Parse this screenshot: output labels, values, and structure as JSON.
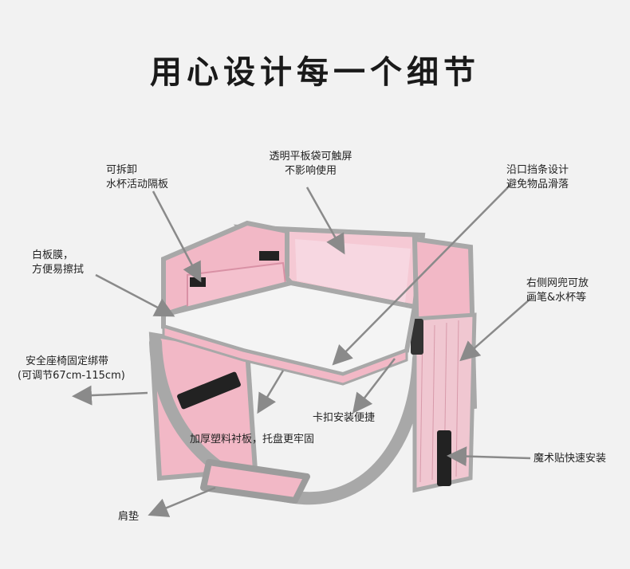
{
  "title": "用心设计每一个细节",
  "labels": {
    "divider": [
      "可拆卸",
      "水杯活动隔板"
    ],
    "tablet_bag": [
      "透明平板袋可触屏",
      "不影响使用"
    ],
    "edge_strip": [
      "沿口挡条设计",
      "避免物品滑落"
    ],
    "whiteboard": [
      "白板膜，",
      "方便易擦拭"
    ],
    "side_mesh": [
      "右侧网兜可放",
      "画笔&水杯等"
    ],
    "strap": [
      "安全座椅固定绑带",
      "(可调节67cm-115cm)"
    ],
    "buckle": [
      "卡扣安装便捷"
    ],
    "board": [
      "加厚塑料衬板，托盘更牢固"
    ],
    "velcro": [
      "魔术贴快速安装"
    ],
    "shoulder_pad": [
      "肩垫"
    ]
  },
  "colors": {
    "pink": "#f2b8c6",
    "pink_dark": "#e79fb2",
    "gray_trim": "#a8a8a8",
    "whiteboard": "#f4f4f4",
    "arrow": "#8a8a8a"
  }
}
